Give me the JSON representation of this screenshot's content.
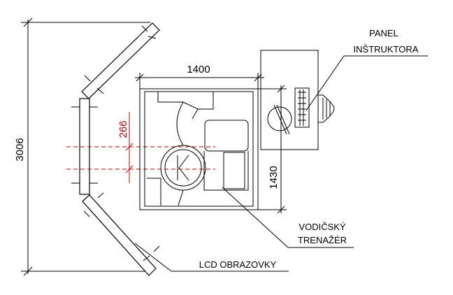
{
  "dimensions": {
    "total_height": "3006",
    "trainer_width": "1400",
    "trainer_depth": "1430",
    "offset": "266"
  },
  "labels": {
    "panel_line1": "PANEL",
    "panel_line2": "INŠTRUKTORA",
    "trainer_line1": "VODIČSKÝ",
    "trainer_line2": "TRENAŽÉR",
    "screens": "LCD OBRAZOVKY"
  },
  "colors": {
    "lines": "#000000",
    "offset_dimension": "#c00000"
  }
}
